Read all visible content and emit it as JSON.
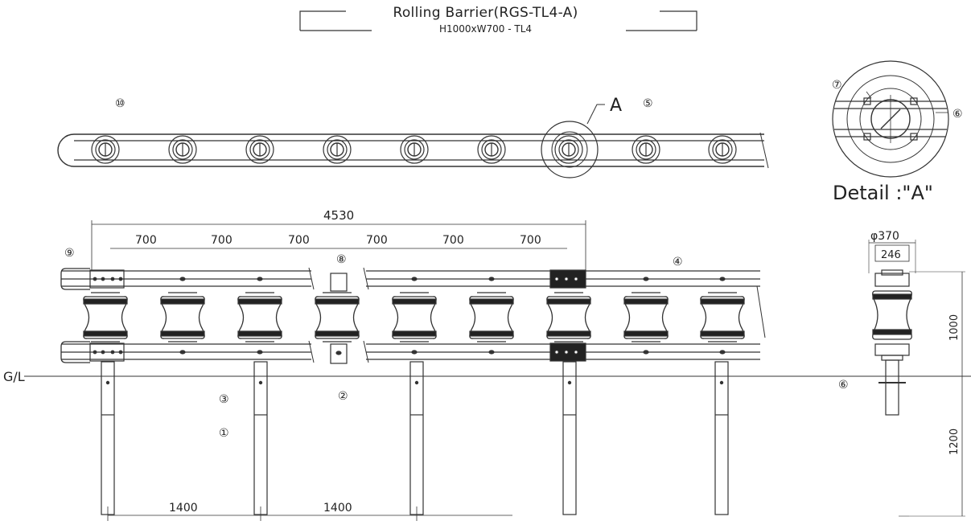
{
  "title": "Rolling Barrier(RGS-TL4-A)",
  "subtitle": "H1000xW700 - TL4",
  "detail_label": "Detail :\"A\"",
  "detail_marker": "A",
  "ground_label": "G/L",
  "dims": {
    "overall": "4530",
    "spacings": [
      "700",
      "700",
      "700",
      "700",
      "700",
      "700"
    ],
    "post_spacing": [
      "1400",
      "1400"
    ],
    "diameter": "φ370",
    "inner": "246",
    "height": "1000",
    "embed": "1200"
  },
  "callouts": [
    "①",
    "②",
    "③",
    "④",
    "⑤",
    "⑥",
    "⑦",
    "⑧",
    "⑨",
    "⑩"
  ]
}
